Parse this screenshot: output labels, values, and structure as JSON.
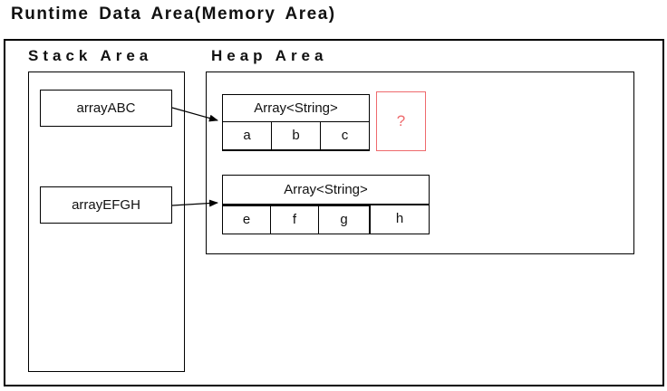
{
  "title": "Runtime Data Area(Memory Area)",
  "stack": {
    "label": "Stack Area",
    "frames": [
      {
        "label": "arrayABC"
      },
      {
        "label": "arrayEFGH"
      }
    ]
  },
  "heap": {
    "label": "Heap Area",
    "arrays": [
      {
        "header": "Array<String>",
        "cells": [
          "a",
          "b",
          "c"
        ]
      },
      {
        "header": "Array<String>",
        "cells": [
          "e",
          "f",
          "g",
          "h"
        ]
      }
    ],
    "unknown": {
      "label": "?"
    }
  },
  "arrows": [
    {
      "from": "arrayABC",
      "to": "heap-array-abc"
    },
    {
      "from": "arrayEFGH",
      "to": "heap-array-efgh"
    }
  ],
  "colors": {
    "line": "#000000",
    "text": "#111111",
    "accent_red": "#ee6a6d"
  }
}
